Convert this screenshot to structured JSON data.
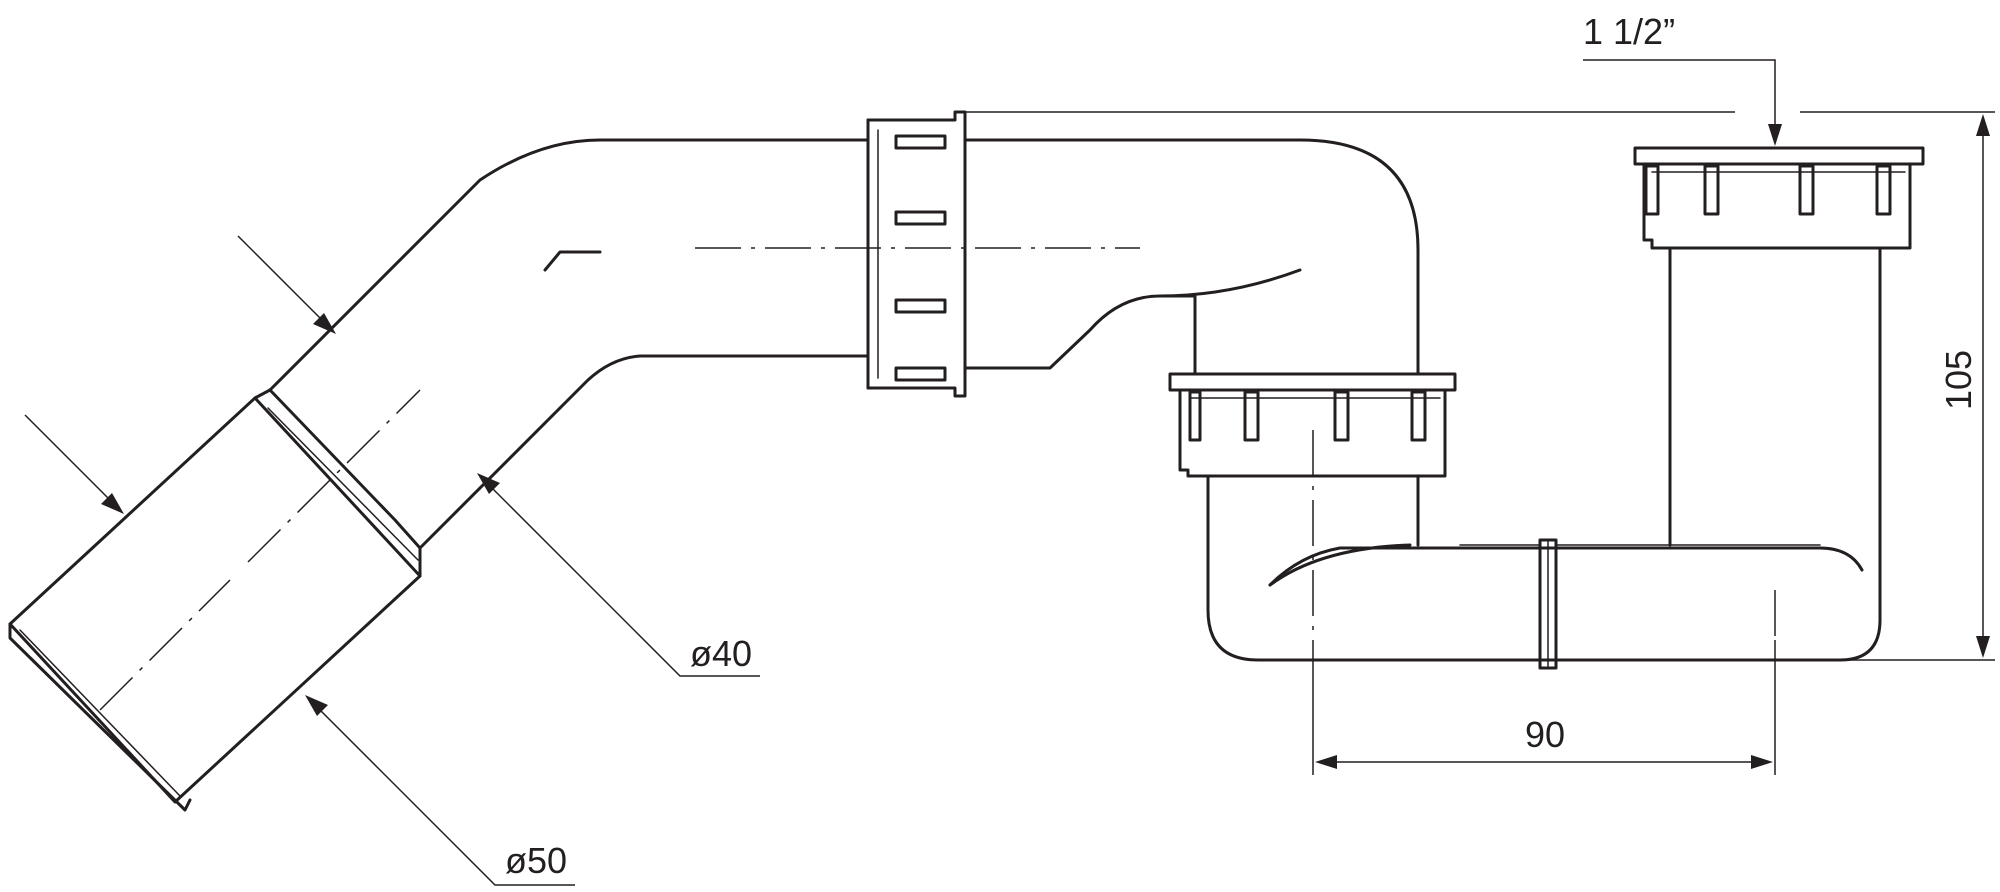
{
  "dimensions": {
    "thread_size": "1 1/2”",
    "height": "105",
    "width": "90",
    "outlet_diameter_40": "ø40",
    "outlet_diameter_50": "ø50"
  }
}
